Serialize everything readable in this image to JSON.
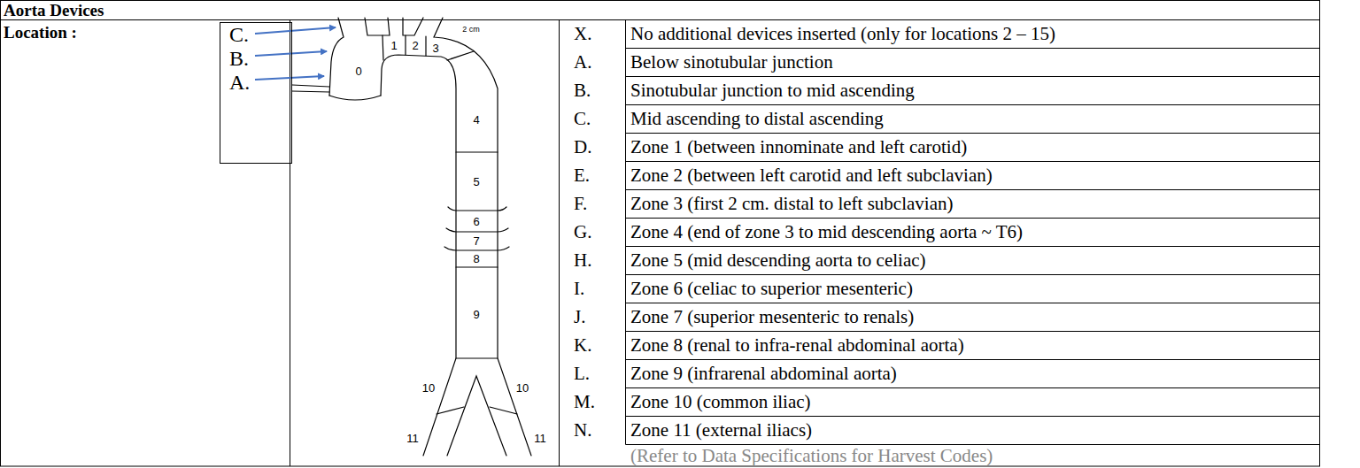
{
  "diagram": {
    "title": "Aorta Devices",
    "nodes": [
      {
        "text": [
          "C.",
          "B.",
          "A."
        ]
      }
    ],
    "labels": [
      "Location :",
      "0",
      "1",
      "2",
      "2 cm",
      "3",
      "4",
      "5",
      "6",
      "7",
      "8",
      "9",
      "10",
      "10",
      "11",
      "11",
      "X.",
      "No additional devices inserted (only for locations 2 – 15)",
      "A.",
      "Below sinotubular junction",
      "B.",
      "Sinotubular junction to mid ascending",
      "C.",
      "Mid ascending to distal ascending",
      "D.",
      "Zone 1 (between innominate and left carotid)",
      "E.",
      "Zone 2 (between left carotid and left subclavian)",
      "F.",
      "Zone 3 (first 2 cm. distal to left subclavian)",
      "G.",
      "Zone 4 (end of zone 3 to mid descending aorta ~ T6)",
      "H.",
      "Zone 5 (mid descending aorta to celiac)",
      "I.",
      "Zone 6 (celiac to superior mesenteric)",
      "J.",
      "Zone 7 (superior mesenteric to renals)",
      "K.",
      "Zone 8 (renal to infra-renal abdominal aorta)",
      "L.",
      "Zone 9 (infrarenal abdominal aorta)",
      "M.",
      "Zone 10 (common iliac)",
      "N.",
      "Zone 11 (external iliacs)",
      "(Refer to Data Specifications for Harvest Codes)"
    ]
  }
}
